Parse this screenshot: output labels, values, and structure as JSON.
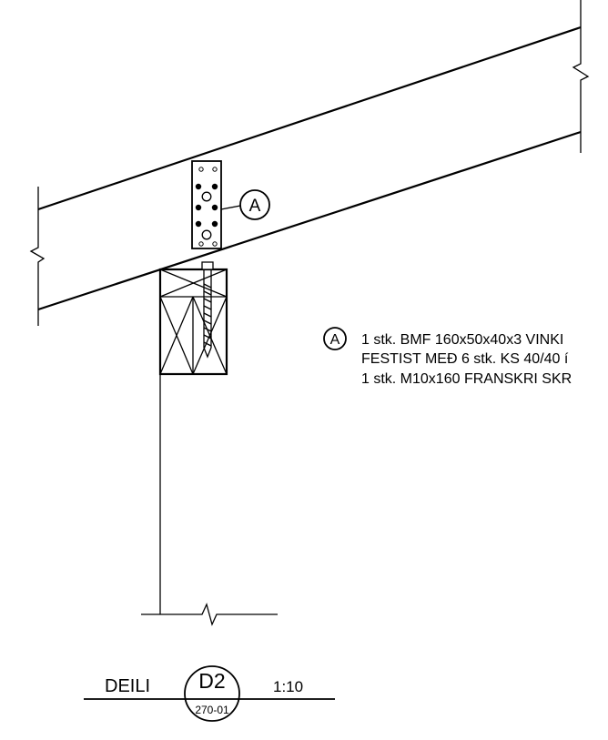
{
  "callout": {
    "marker": "A",
    "lines": [
      "1 stk. BMF 160x50x40x3 VINKI",
      "FESTIST MEÐ 6 stk. KS 40/40 í",
      "1 stk. M10x160 FRANSKRI SKR"
    ]
  },
  "title_block": {
    "title": "DEILI",
    "detail_number": "D2",
    "sheet_reference": "270-01",
    "scale": "1:10"
  }
}
